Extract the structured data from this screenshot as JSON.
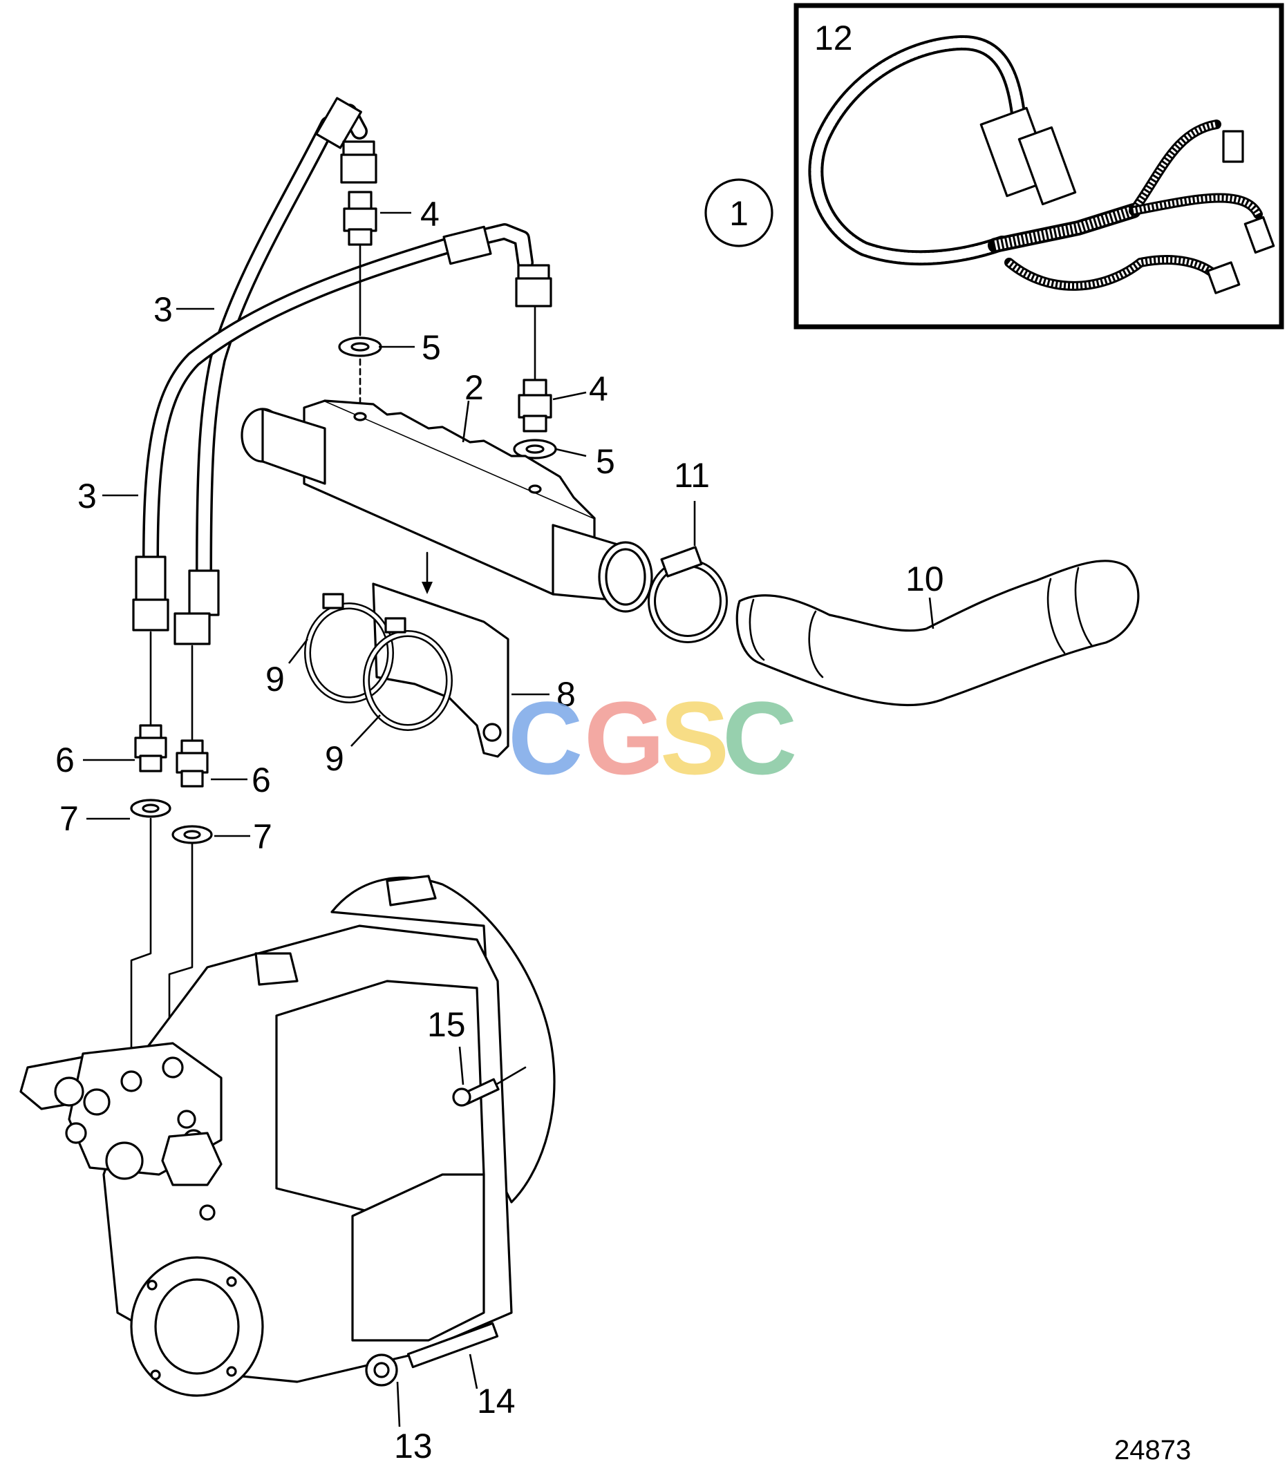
{
  "callouts": {
    "c2": "2",
    "c3a": "3",
    "c3b": "3",
    "c4a": "4",
    "c4b": "4",
    "c5a": "5",
    "c5b": "5",
    "c6a": "6",
    "c6b": "6",
    "c7a": "7",
    "c7b": "7",
    "c8": "8",
    "c9a": "9",
    "c9b": "9",
    "c10": "10",
    "c11": "11",
    "c12": "12",
    "c13": "13",
    "c14": "14",
    "c15": "15"
  },
  "inset_variant_label": "1",
  "drawing_number": "24873",
  "watermark": {
    "letters": [
      "C",
      "G",
      "S",
      "C"
    ],
    "colors": [
      "#7ba7e8",
      "#f19b93",
      "#f6d872",
      "#86c8a0"
    ]
  }
}
